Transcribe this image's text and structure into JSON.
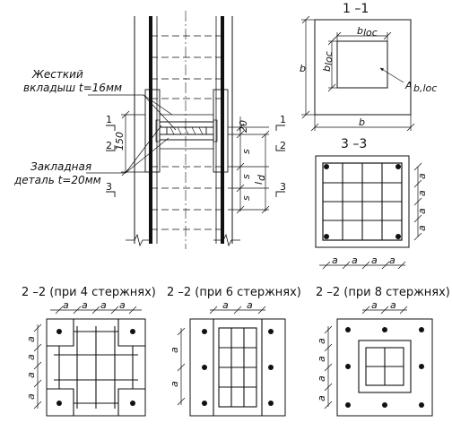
{
  "annotations": {
    "rigid_insert": "Жесткий",
    "rigid_insert_2": "вкладыш t=16мм",
    "embedded_part": "Закладная",
    "embedded_part_2": "деталь t=20мм"
  },
  "dimensions": {
    "d150": "150",
    "d20": "20",
    "s": "s",
    "ld": "l",
    "ld_sub": "d",
    "a": "a",
    "b": "b",
    "bloc": "b",
    "loc_sub": "loc",
    "ab_loc": "A",
    "ab_loc_sub": "b,loc"
  },
  "section_marks": {
    "m1": "1",
    "m2": "2",
    "m3": "3"
  },
  "section_titles": {
    "s11": "1 –1",
    "s33": "3 –3",
    "s22_4": "2 –2 (при 4 стержнях)",
    "s22_6": "2 –2 (при 6 стержнях)",
    "s22_8": "2 –2 (при 8 стержнях)"
  }
}
